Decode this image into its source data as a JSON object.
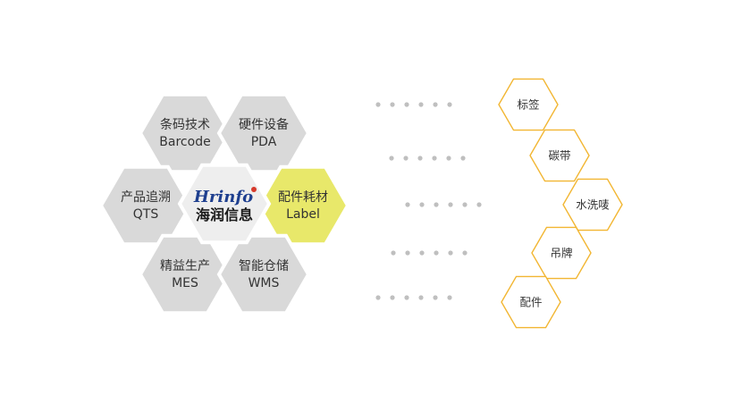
{
  "center_logo": {
    "latin": "Hrinfo",
    "chinese": "海润信息"
  },
  "hexagons": [
    {
      "id": "barcode",
      "line1": "条码技术",
      "line2": "Barcode",
      "highlight": false
    },
    {
      "id": "pda",
      "line1": "硬件设备",
      "line2": "PDA",
      "highlight": false
    },
    {
      "id": "qts",
      "line1": "产品追溯",
      "line2": "QTS",
      "highlight": false
    },
    {
      "id": "label",
      "line1": "配件耗材",
      "line2": "Label",
      "highlight": true
    },
    {
      "id": "mes",
      "line1": "精益生产",
      "line2": "MES",
      "highlight": false
    },
    {
      "id": "wms",
      "line1": "智能仓储",
      "line2": "WMS",
      "highlight": false
    }
  ],
  "consumables": [
    {
      "id": "biaoqian",
      "label": "标签"
    },
    {
      "id": "tandai",
      "label": "碳带"
    },
    {
      "id": "shuiximan",
      "label": "水洗唛"
    },
    {
      "id": "diaopai",
      "label": "吊牌"
    },
    {
      "id": "peijian",
      "label": "配件"
    }
  ],
  "colors": {
    "hex_gray": "#d9d9d9",
    "hex_center": "#eeeeee",
    "hex_highlight": "#e8e86a",
    "outline_gold": "#f2b632",
    "dots": "#bfbfbf",
    "logo_blue": "#1e3f8f",
    "logo_red": "#d63a2c"
  }
}
